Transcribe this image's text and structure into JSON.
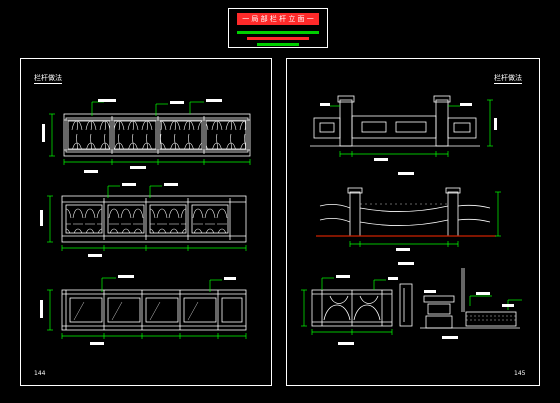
{
  "colors": {
    "background": "#000000",
    "sheet_border": "#ffffff",
    "drawing_line": "#ffffff",
    "dimension_green": "#00ff00",
    "title_red": "#ff2a2a",
    "stripe_green": "#00d000",
    "ground_red": "#cc2200"
  },
  "title_block": {
    "label": "一 局 部 栏 杆 立 面 一"
  },
  "left_sheet": {
    "title": "栏杆做法",
    "page_number": "144"
  },
  "right_sheet": {
    "title": "栏杆做法",
    "page_number": "145"
  }
}
